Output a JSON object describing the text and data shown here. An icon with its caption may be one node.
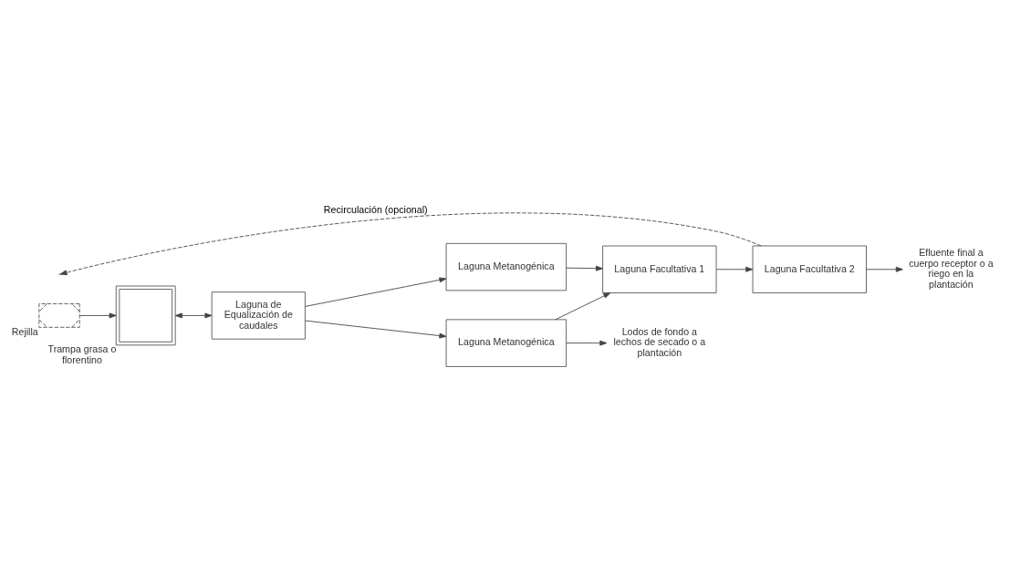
{
  "diagram": {
    "nodes": [
      {
        "text": [
          "Laguna de Equalización de caudales"
        ]
      },
      {
        "text": [
          "Laguna Metanogénica"
        ]
      },
      {
        "text": [
          "Laguna Metanogénica"
        ]
      },
      {
        "text": [
          "Laguna Facultativa 1"
        ]
      },
      {
        "text": [
          "Laguna Facultativa 2"
        ]
      },
      {
        "text": [],
        "shape": "box",
        "beside": [
          "Trampa grasa o florentino"
        ]
      },
      {
        "text": [],
        "shape": "picture",
        "beside": [
          "Rejilla"
        ]
      },
      {
        "text": [
          "Lodos de fondo a lechos de secado o a plantación"
        ]
      },
      {
        "text": [
          "Efluente final a cuerpo receptor o a riego en la plantación"
        ]
      }
    ],
    "edges": [
      {
        "from": 0,
        "to": 1,
        "arrow": "to"
      },
      {
        "from": 0,
        "to": 2,
        "arrow": "to"
      },
      {
        "from": 1,
        "to": 3,
        "arrow": "to"
      },
      {
        "from": 2,
        "to": 3,
        "arrow": "to"
      },
      {
        "from": 3,
        "to": 4,
        "arrow": "to"
      },
      {
        "from": 5,
        "to": 0,
        "arrow": "both"
      },
      {
        "from": 6,
        "to": 5,
        "arrow": "to"
      },
      {
        "from": 2,
        "to": 7,
        "arrow": "to"
      },
      {
        "from": 4,
        "to": 8,
        "arrow": "to"
      },
      {
        "from": 4,
        "to": null,
        "arrow": "to",
        "style": "dashed",
        "label": "Recirculación (opcional)"
      }
    ]
  }
}
